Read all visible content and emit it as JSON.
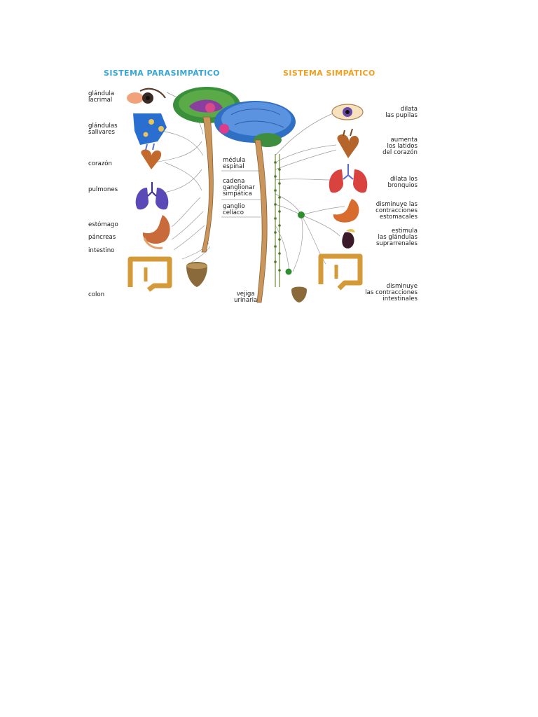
{
  "titles": {
    "parasympathetic": "SISTEMA PARASIMPÁTICO",
    "sympathetic": "SISTEMA SIMPÁTICO"
  },
  "left_labels": {
    "lacrimal": "glándula\nlacrimal",
    "salivary": "glándulas\nsalivares",
    "heart": "corazón",
    "lungs": "pulmones",
    "stomach": "estómago",
    "pancreas": "páncreas",
    "intestine": "intestino",
    "colon": "colon"
  },
  "center_labels": {
    "spinal_cord": "médula\nespinal",
    "chain": "cadena\nganglionar\nsimpática",
    "celiac": "ganglio\ncelíaco",
    "bladder": "vejiga\nurinaria"
  },
  "right_labels": {
    "pupils": "dilata\nlas pupilas",
    "heartbeat": "aumenta\nlos latidos\ndel corazón",
    "bronchi": "dilata los\nbronquios",
    "stomach": "disminuye las\ncontracciones\nestomacales",
    "adrenal": "estimula\nlas glándulas\nsuprarrenales",
    "intestinal": "disminuye\nlas contracciones\nintestinales"
  },
  "colors": {
    "parasympathetic_title": "#38a7d8",
    "sympathetic_title": "#f0a020",
    "left_brain": "#3a8f3a",
    "right_brain": "#4d86d6",
    "spinal_cord": "#c9955a",
    "ganglion": "#2f8f2f"
  }
}
